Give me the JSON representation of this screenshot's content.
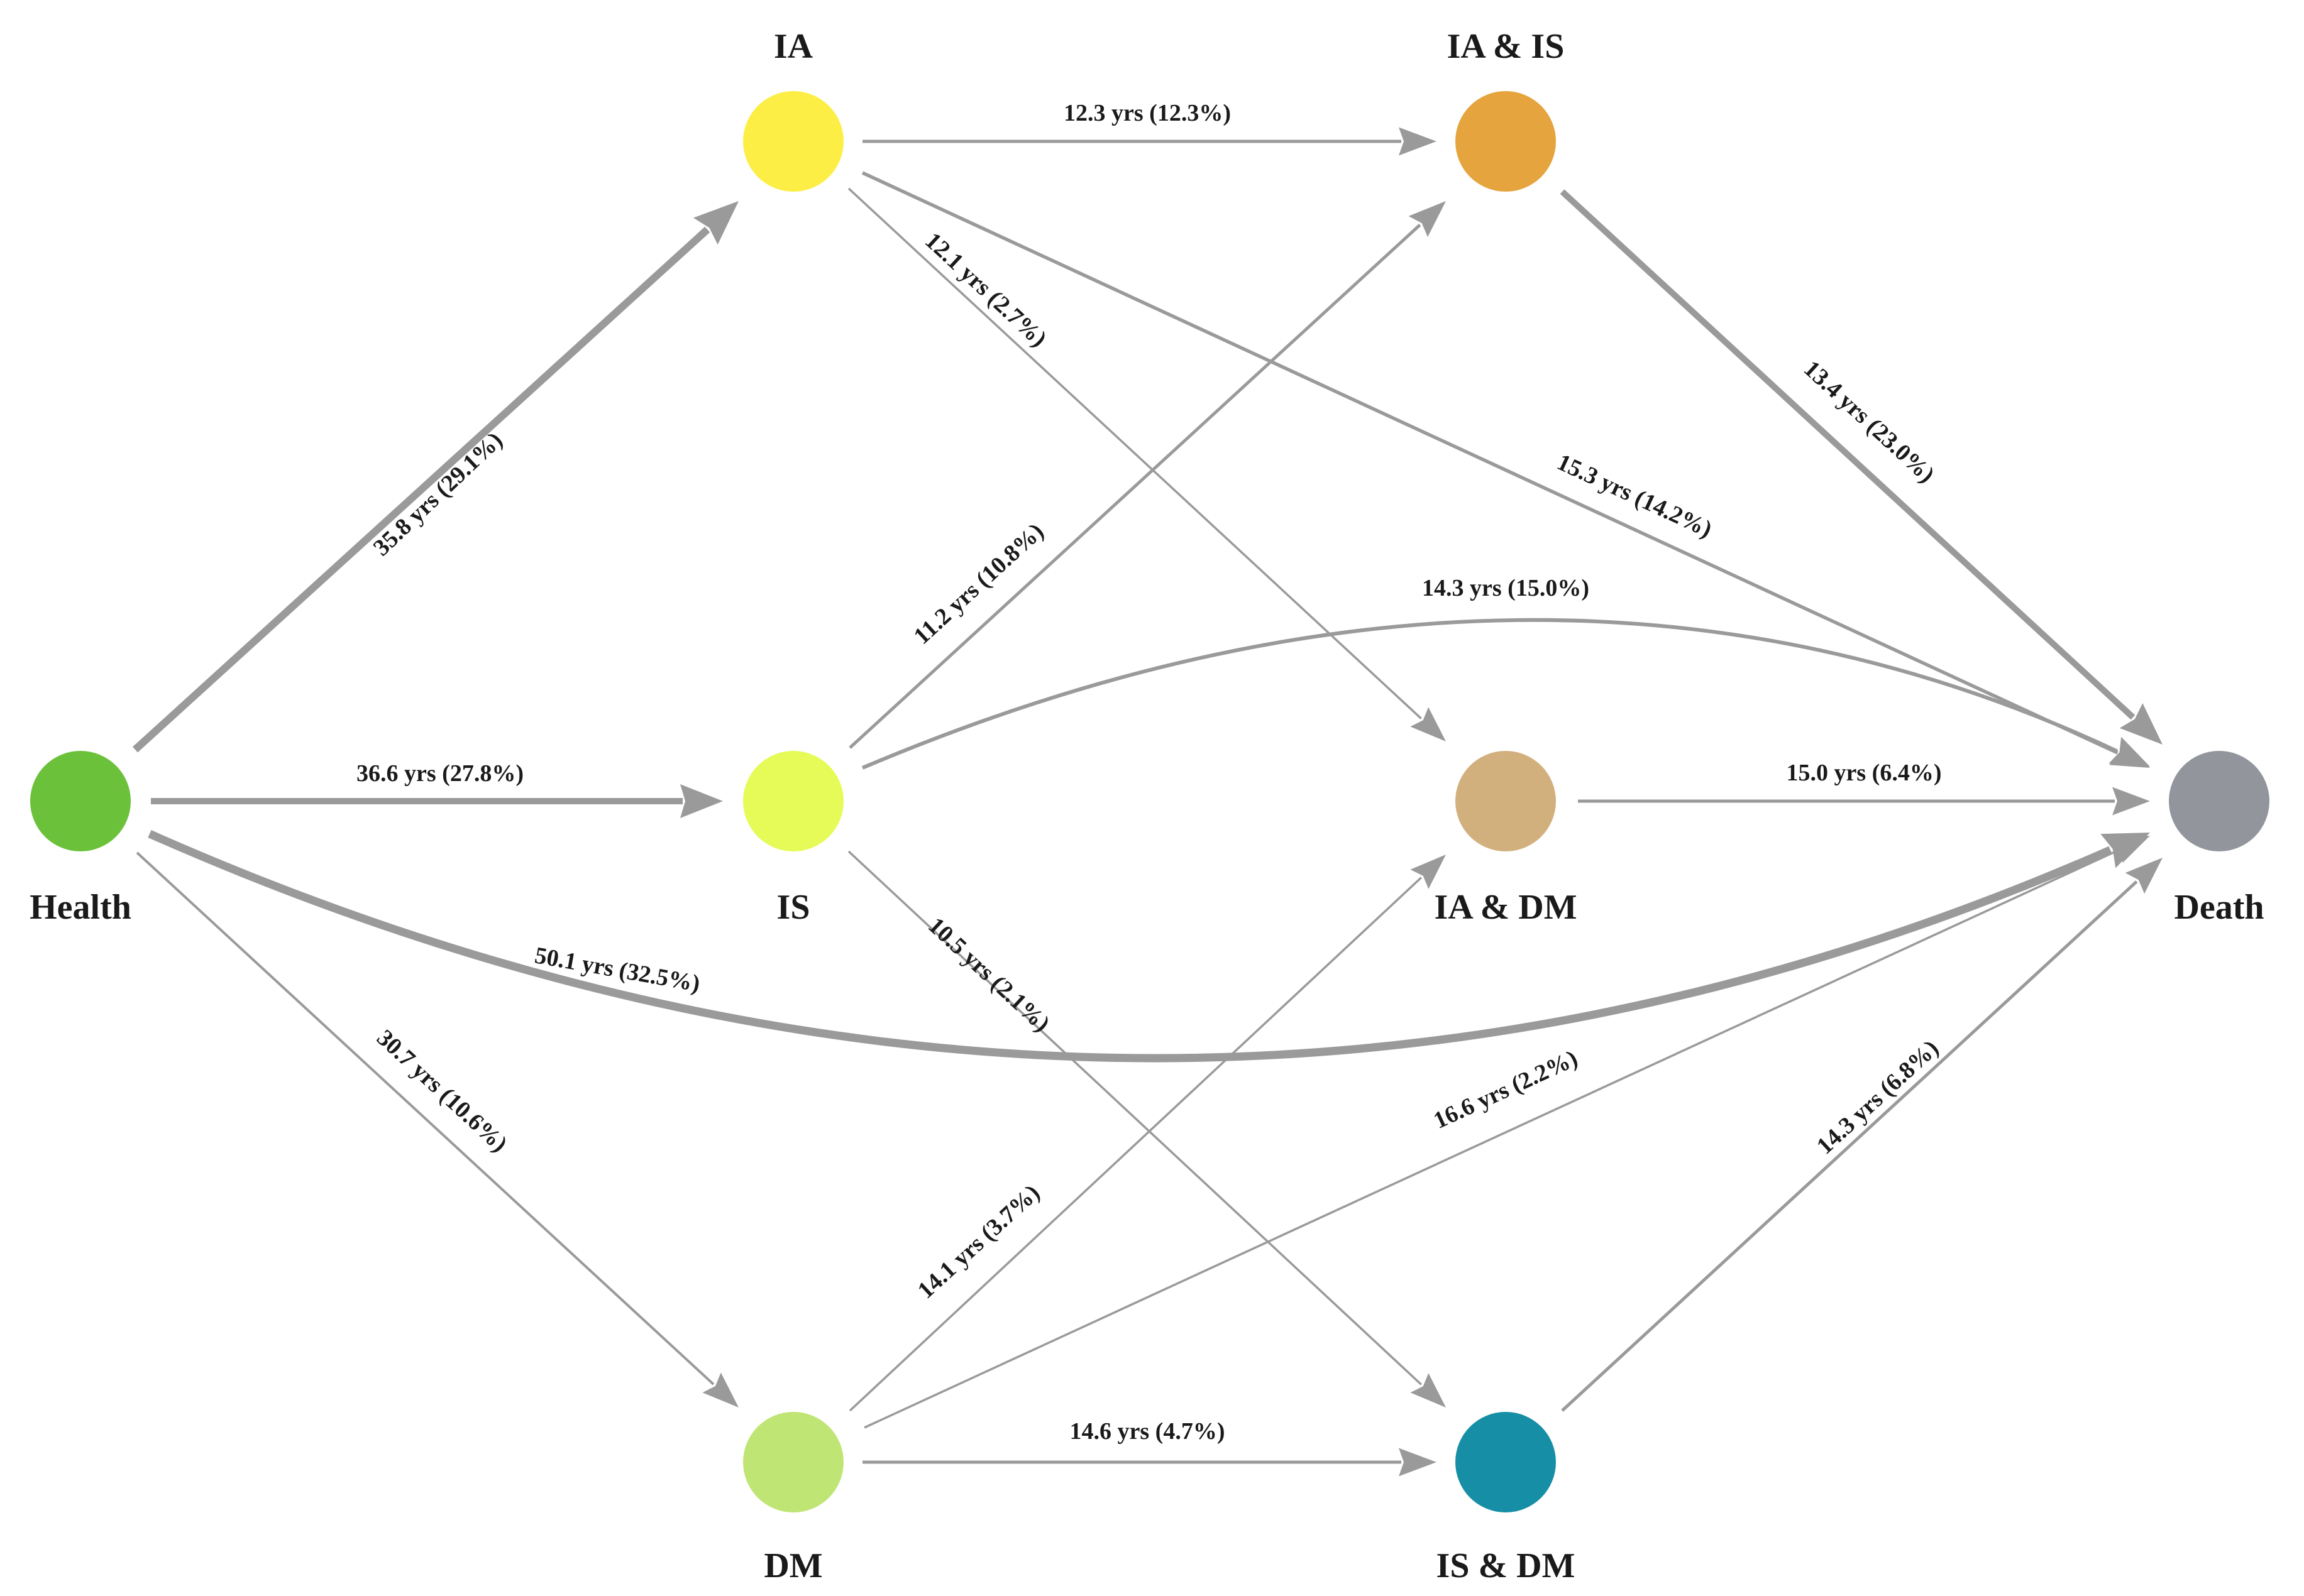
{
  "nodes": [
    {
      "id": "health",
      "label": "Health",
      "color": "#6bc23a"
    },
    {
      "id": "ia",
      "label": "IA",
      "color": "#fdee45"
    },
    {
      "id": "is",
      "label": "IS",
      "color": "#e6fb57"
    },
    {
      "id": "dm",
      "label": "DM",
      "color": "#bfe574"
    },
    {
      "id": "ia_is",
      "label": "IA & IS",
      "color": "#e5a43d"
    },
    {
      "id": "ia_dm",
      "label": "IA & DM",
      "color": "#d2b07e"
    },
    {
      "id": "is_dm",
      "label": "IS & DM",
      "color": "#168ea6"
    },
    {
      "id": "death",
      "label": "Death",
      "color": "#92969c"
    }
  ],
  "edges": [
    {
      "from": "health",
      "to": "ia",
      "label": "35.8 yrs (29.1%)",
      "percent": 29.1
    },
    {
      "from": "health",
      "to": "is",
      "label": "36.6 yrs (27.8%)",
      "percent": 27.8
    },
    {
      "from": "health",
      "to": "death",
      "label": "50.1 yrs (32.5%)",
      "percent": 32.5
    },
    {
      "from": "health",
      "to": "dm",
      "label": "30.7 yrs (10.6%)",
      "percent": 10.6
    },
    {
      "from": "ia",
      "to": "ia_is",
      "label": "12.3 yrs (12.3%)",
      "percent": 12.3
    },
    {
      "from": "ia",
      "to": "ia_dm",
      "label": "12.1 yrs (2.7%)",
      "percent": 2.7
    },
    {
      "from": "ia",
      "to": "death",
      "label": "15.3 yrs (14.2%)",
      "percent": 14.2
    },
    {
      "from": "is",
      "to": "ia_is",
      "label": "11.2 yrs (10.8%)",
      "percent": 10.8
    },
    {
      "from": "is",
      "to": "death",
      "label": "14.3 yrs (15.0%)",
      "percent": 15.0
    },
    {
      "from": "is",
      "to": "is_dm",
      "label": "10.5 yrs (2.1%)",
      "percent": 2.1
    },
    {
      "from": "dm",
      "to": "ia_dm",
      "label": "14.1 yrs (3.7%)",
      "percent": 3.7
    },
    {
      "from": "dm",
      "to": "death",
      "label": "16.6 yrs (2.2%)",
      "percent": 2.2
    },
    {
      "from": "dm",
      "to": "is_dm",
      "label": "14.6 yrs (4.7%)",
      "percent": 4.7
    },
    {
      "from": "ia_is",
      "to": "death",
      "label": "13.4 yrs (23.0%)",
      "percent": 23.0
    },
    {
      "from": "ia_dm",
      "to": "death",
      "label": "15.0 yrs (6.4%)",
      "percent": 6.4
    },
    {
      "from": "is_dm",
      "to": "death",
      "label": "14.3 yrs (6.8%)",
      "percent": 6.8
    }
  ],
  "colors": {
    "edge": "#9a9a9a",
    "text": "#1a1a1a",
    "background": "#ffffff"
  }
}
